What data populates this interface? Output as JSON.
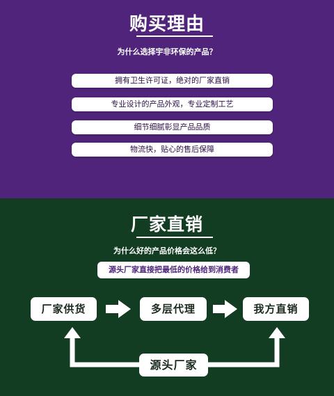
{
  "reasons": {
    "title": "购买理由",
    "subtitle": "为什么选择宇非环保的产品？",
    "items": [
      "拥有卫生许可证，绝对的厂家直销",
      "专业设计的产品外观，专业定制工艺",
      "细节细腻彰显产品品质",
      "物流快，贴心的售后保障"
    ]
  },
  "factory": {
    "title": "厂家直销",
    "subtitle": "为什么好的产品价格会这么低？",
    "note": "源头厂家直接把最低的价格给到消费者",
    "flow": {
      "step1": "厂家供货",
      "step2": "多层代理",
      "step3": "我方直销",
      "source": "源头厂家"
    }
  },
  "colors": {
    "top_bg": "#4f247a",
    "bottom_bg": "#123d23",
    "box_bg": "#ffffff"
  }
}
